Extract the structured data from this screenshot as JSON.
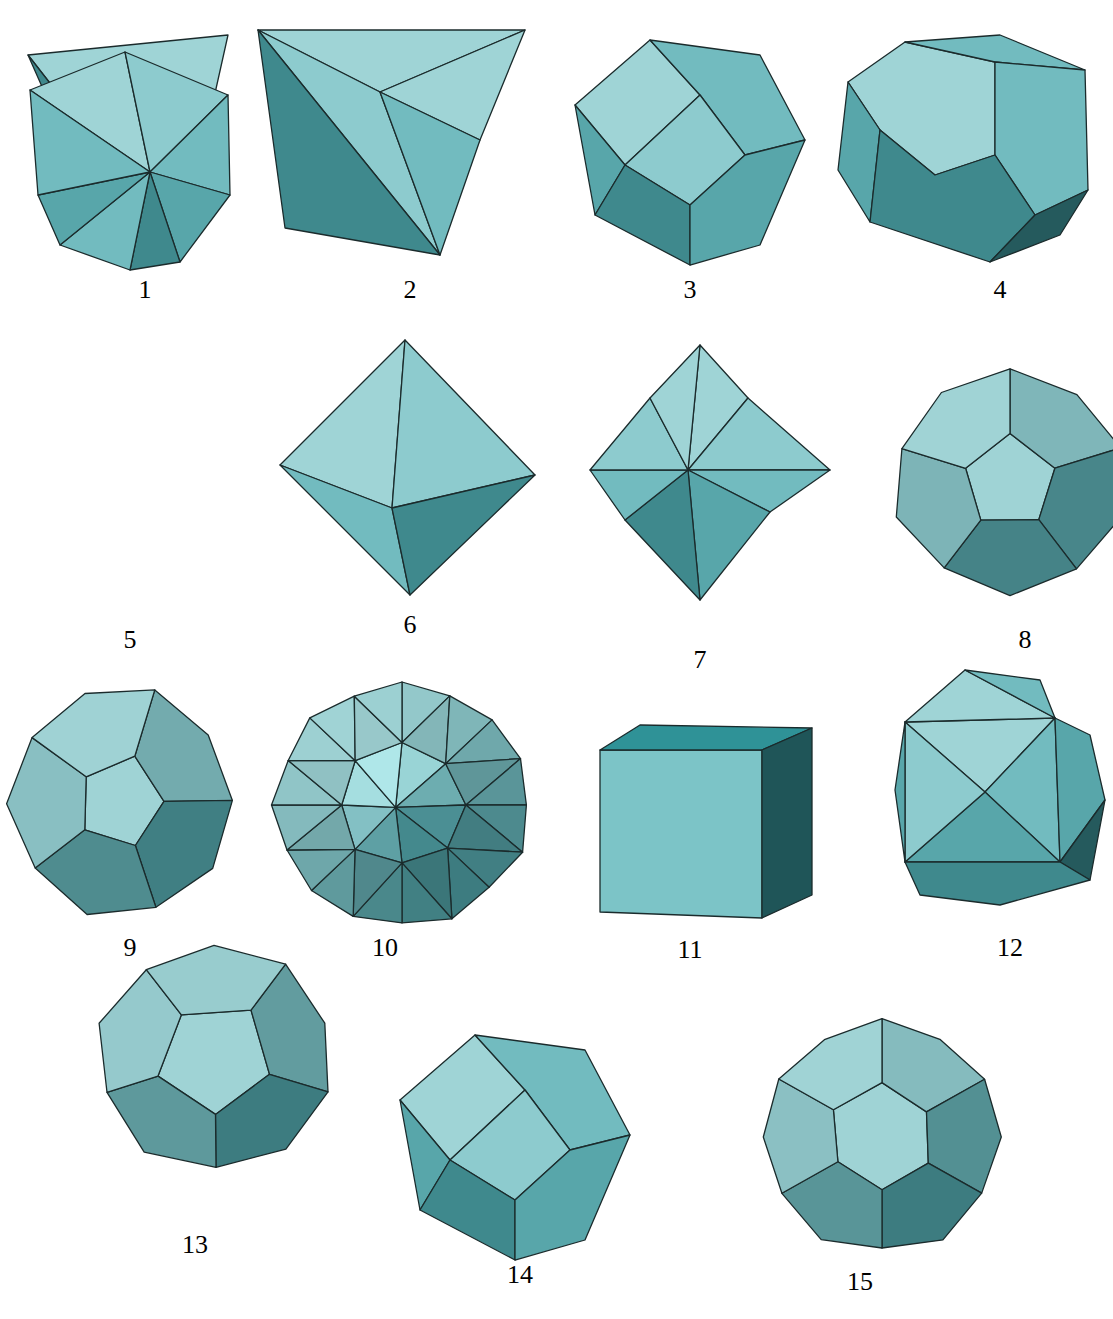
{
  "diagram": {
    "labels": [
      "1",
      "2",
      "3",
      "4",
      "5",
      "6",
      "7",
      "8",
      "9",
      "10",
      "11",
      "12",
      "13",
      "14",
      "15"
    ]
  }
}
